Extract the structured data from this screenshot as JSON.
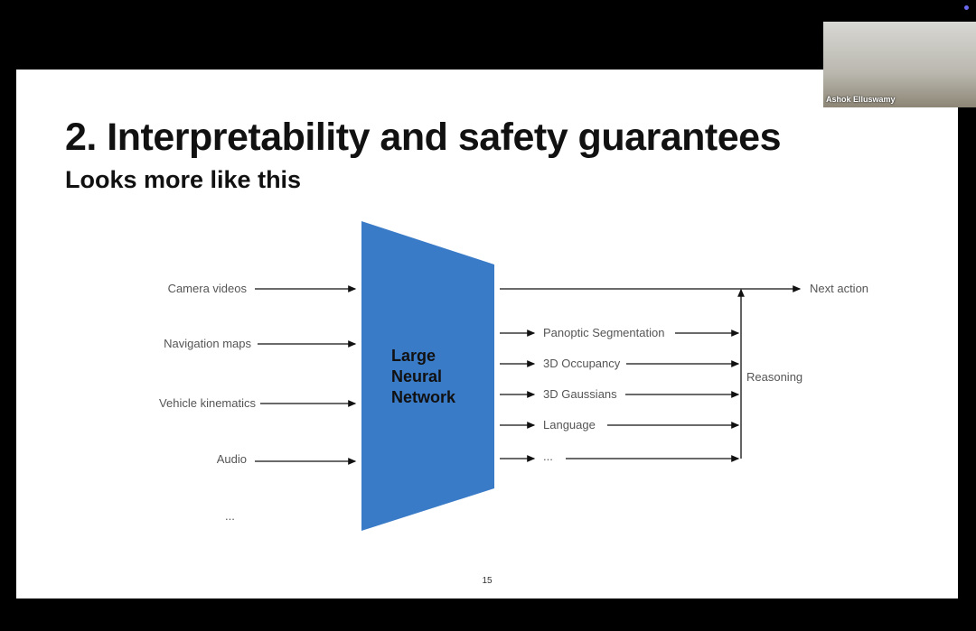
{
  "slide": {
    "title": "2. Interpretability and safety guarantees",
    "subtitle": "Looks more like this",
    "page_number": "15",
    "network_label": [
      "Large",
      "Neural",
      "Network"
    ],
    "inputs": [
      "Camera videos",
      "Navigation maps",
      "Vehicle kinematics",
      "Audio",
      "..."
    ],
    "outputs": [
      "Panoptic Segmentation",
      "3D Occupancy",
      "3D Gaussians",
      "Language",
      "..."
    ],
    "reasoning_label": "Reasoning",
    "final_output": "Next action",
    "network_color": "#3a7bc8"
  },
  "webcam": {
    "participant_name": "Ashok Elluswamy"
  }
}
